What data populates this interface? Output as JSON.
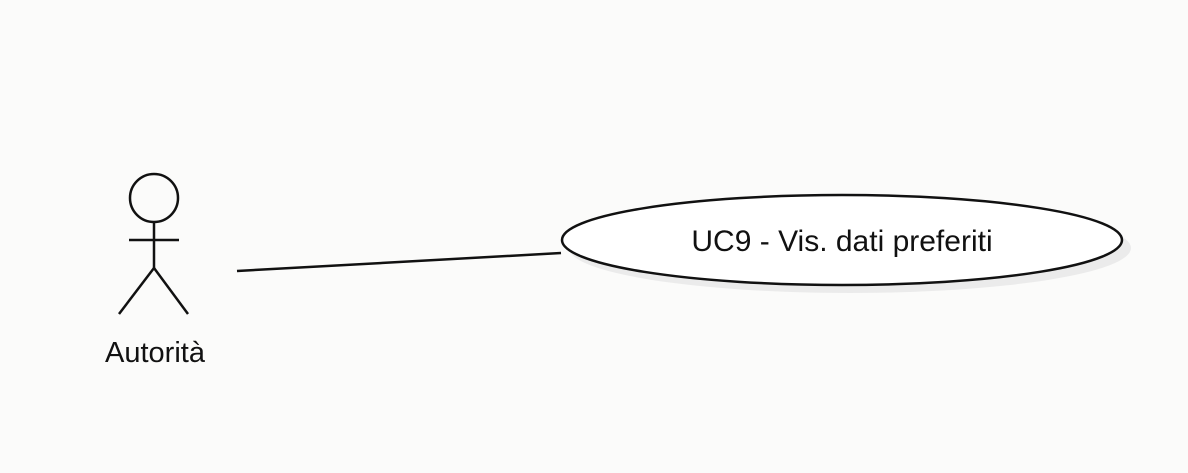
{
  "diagram": {
    "type": "use-case",
    "actor": {
      "label": "Autorità"
    },
    "use_case": {
      "label": "UC9 - Vis. dati preferiti"
    },
    "association": {
      "from": "actor",
      "to": "use_case"
    },
    "colors": {
      "background": "#fbfbfa",
      "line": "#111111",
      "ellipse_fill": "#ffffff",
      "shadow": "#e6e6e6"
    }
  }
}
